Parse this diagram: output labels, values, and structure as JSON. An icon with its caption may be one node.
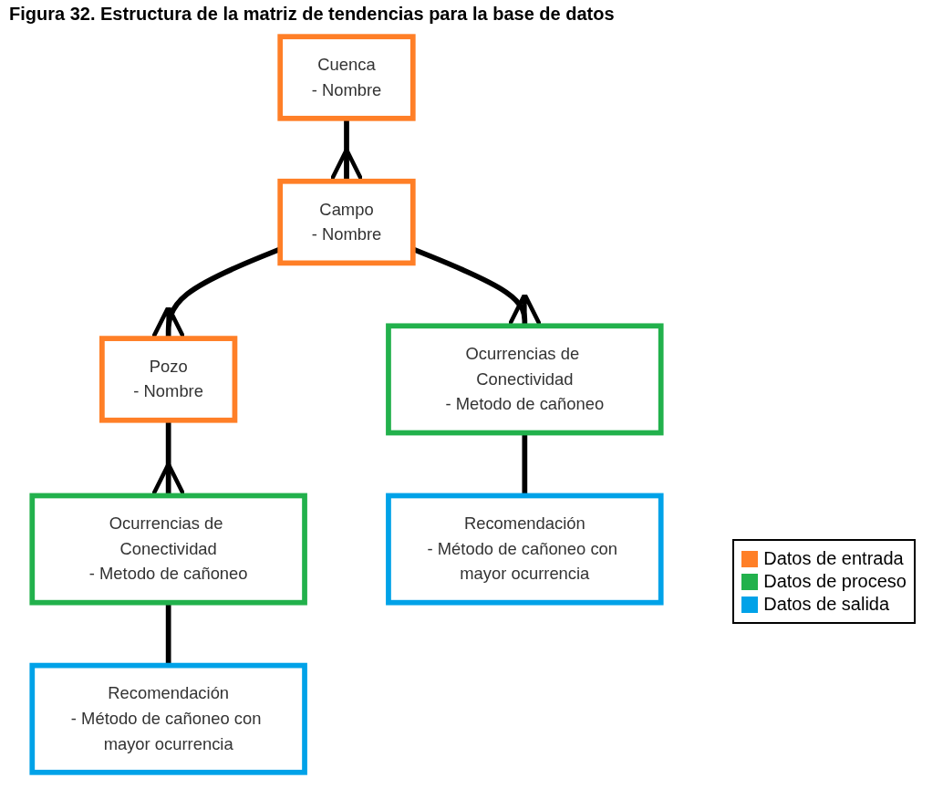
{
  "diagram": {
    "title": "Figura 32. Estructura de la matriz de tendencias para la base de datos",
    "nodes": [
      {
        "text": [
          "Cuenca",
          "- Nombre"
        ]
      },
      {
        "text": [
          "Campo",
          "- Nombre"
        ]
      },
      {
        "text": [
          "Pozo",
          "- Nombre"
        ]
      },
      {
        "text": [
          "Ocurrencias de Conectividad",
          "- Metodo de cañoneo"
        ]
      },
      {
        "text": [
          "Recomendación",
          "- Método de cañoneo con mayor ocurrencia"
        ]
      },
      {
        "text": [
          "Ocurrencias de Conectividad",
          "- Metodo de cañoneo"
        ]
      },
      {
        "text": [
          "Recomendación",
          "- Método de cañoneo con mayor ocurrencia"
        ]
      }
    ],
    "edges": [
      {
        "from": 0,
        "to": 1,
        "arrow": "other"
      },
      {
        "from": 1,
        "to": 2,
        "arrow": "other"
      },
      {
        "from": 2,
        "to": 3,
        "arrow": "other"
      },
      {
        "from": 3,
        "to": 4,
        "arrow": "none"
      },
      {
        "from": 1,
        "to": 5,
        "arrow": "other"
      },
      {
        "from": 5,
        "to": 6,
        "arrow": "none"
      }
    ],
    "legend": [
      {
        "text": "Datos de entrada",
        "color": "#ff7f27"
      },
      {
        "text": "Datos de proceso",
        "color": "#22b14c"
      },
      {
        "text": "Datos de salida",
        "color": "#00a2e8"
      }
    ]
  }
}
